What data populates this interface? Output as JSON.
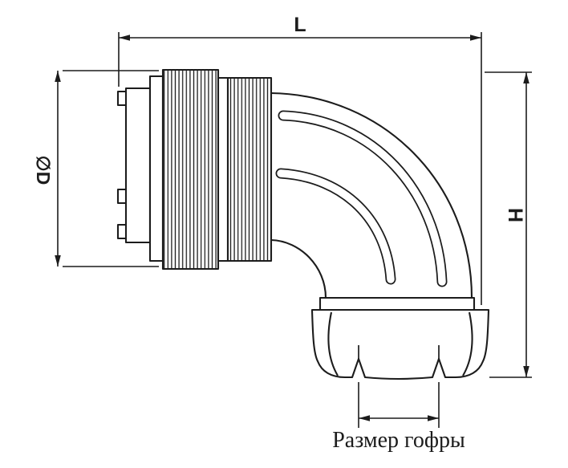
{
  "drawing": {
    "labels": {
      "length": "L",
      "diameter": "∅D",
      "height": "H",
      "corrugation": "Размер гофры"
    },
    "colors": {
      "line": "#1c1c1c",
      "background": "#ffffff"
    }
  }
}
